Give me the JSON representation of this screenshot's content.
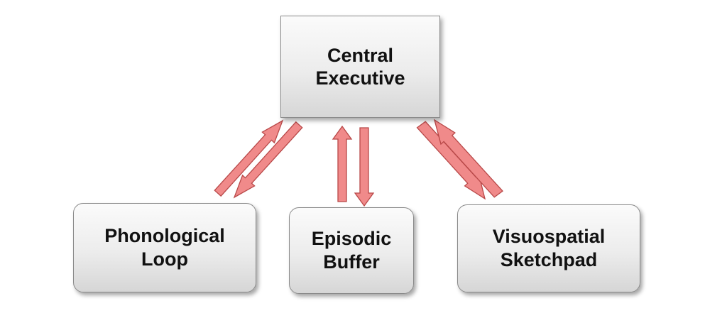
{
  "diagram": {
    "nodes": {
      "central_executive": "Central\nExecutive",
      "phonological_loop": "Phonological\nLoop",
      "episodic_buffer": "Episodic\nBuffer",
      "visuospatial_sketchpad": "Visuospatial\nSketchpad"
    },
    "arrow_color": "#f08a8a",
    "arrow_stroke": "#b84848",
    "links": [
      {
        "from": "phonological_loop",
        "to": "central_executive"
      },
      {
        "from": "central_executive",
        "to": "phonological_loop"
      },
      {
        "from": "episodic_buffer",
        "to": "central_executive"
      },
      {
        "from": "central_executive",
        "to": "episodic_buffer"
      },
      {
        "from": "central_executive",
        "to": "visuospatial_sketchpad"
      },
      {
        "from": "visuospatial_sketchpad",
        "to": "central_executive"
      }
    ]
  }
}
